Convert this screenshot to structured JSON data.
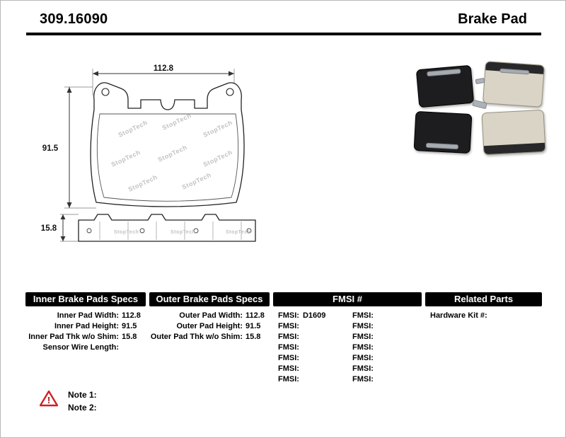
{
  "header": {
    "part_number": "309.16090",
    "product_type": "Brake Pad"
  },
  "drawing": {
    "width_dim": "112.8",
    "height_dim": "91.5",
    "thickness_dim": "15.8",
    "watermark": "StopTech"
  },
  "specs_table": {
    "inner": {
      "header": "Inner Brake Pads Specs",
      "rows": [
        {
          "label": "Inner Pad Width:",
          "value": "112.8"
        },
        {
          "label": "Inner Pad Height:",
          "value": "91.5"
        },
        {
          "label": "Inner Pad Thk w/o Shim:",
          "value": "15.8"
        },
        {
          "label": "Sensor Wire Length:",
          "value": ""
        }
      ]
    },
    "outer": {
      "header": "Outer Brake Pads Specs",
      "rows": [
        {
          "label": "Outer Pad Width:",
          "value": "112.8"
        },
        {
          "label": "Outer Pad Height:",
          "value": "91.5"
        },
        {
          "label": "Outer Pad Thk w/o Shim:",
          "value": "15.8"
        }
      ]
    },
    "fmsi": {
      "header": "FMSI #",
      "rows": [
        {
          "left_label": "FMSI:",
          "left_value": "D1609",
          "right_label": "FMSI:",
          "right_value": ""
        },
        {
          "left_label": "FMSI:",
          "left_value": "",
          "right_label": "FMSI:",
          "right_value": ""
        },
        {
          "left_label": "FMSI:",
          "left_value": "",
          "right_label": "FMSI:",
          "right_value": ""
        },
        {
          "left_label": "FMSI:",
          "left_value": "",
          "right_label": "FMSI:",
          "right_value": ""
        },
        {
          "left_label": "FMSI:",
          "left_value": "",
          "right_label": "FMSI:",
          "right_value": ""
        },
        {
          "left_label": "FMSI:",
          "left_value": "",
          "right_label": "FMSI:",
          "right_value": ""
        },
        {
          "left_label": "FMSI:",
          "left_value": "",
          "right_label": "FMSI:",
          "right_value": ""
        }
      ]
    },
    "related": {
      "header": "Related Parts",
      "rows": [
        {
          "label": "Hardware Kit #:",
          "value": ""
        }
      ]
    }
  },
  "notes": [
    {
      "label": "Note 1:"
    },
    {
      "label": "Note 2:"
    }
  ]
}
